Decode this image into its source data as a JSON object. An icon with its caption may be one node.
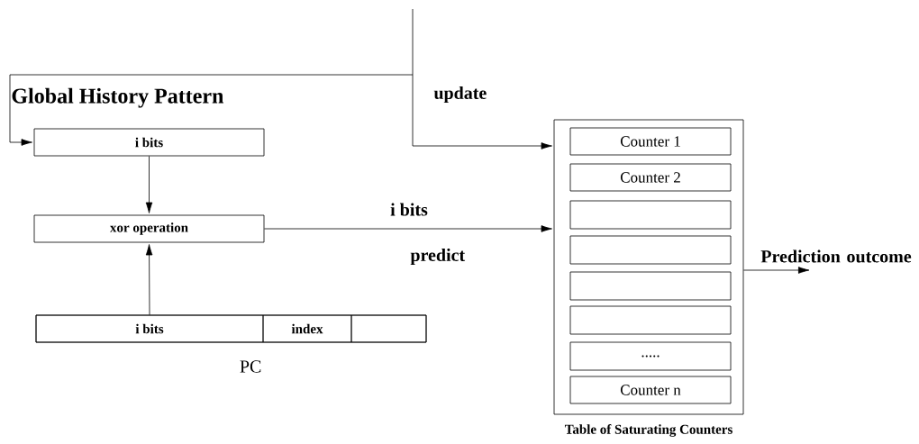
{
  "diagram": {
    "nodes": [
      {
        "text": [
          "Global History Pattern",
          "i bits"
        ]
      },
      {
        "text": [
          "xor operation"
        ]
      },
      {
        "text": [],
        "shape": "box",
        "beside": [
          "PC"
        ]
      },
      {
        "text": [
          "i bits"
        ],
        "in": 2
      },
      {
        "text": [
          "index"
        ],
        "in": 2
      },
      {
        "text": [],
        "shape": "box",
        "in": 2
      },
      {
        "text": [],
        "shape": "box",
        "beside": [
          "Table of Saturating Counters"
        ]
      },
      {
        "text": [
          "Counter 1"
        ],
        "in": 6
      },
      {
        "text": [
          "Counter 2"
        ],
        "in": 6
      },
      {
        "text": [],
        "shape": "box",
        "in": 6
      },
      {
        "text": [],
        "shape": "box",
        "in": 6
      },
      {
        "text": [],
        "shape": "box",
        "in": 6
      },
      {
        "text": [],
        "shape": "box",
        "in": 6
      },
      {
        "text": [
          "....."
        ],
        "in": 6
      },
      {
        "text": [
          "Counter n"
        ],
        "in": 6
      }
    ],
    "edges": [
      {
        "from": 0,
        "to": 1,
        "arrow": "to"
      },
      {
        "from": 3,
        "to": 1,
        "arrow": "to"
      },
      {
        "from": 1,
        "to": 6,
        "label": "i bits",
        "arrow": "to"
      },
      {
        "from": null,
        "to": 6,
        "label": "update",
        "arrow": "to"
      },
      {
        "from": null,
        "to": 0,
        "arrow": "to"
      },
      {
        "from": 6,
        "to": null,
        "label": "Prediction outcome",
        "arrow": "to"
      }
    ],
    "labels": [
      "predict"
    ]
  }
}
